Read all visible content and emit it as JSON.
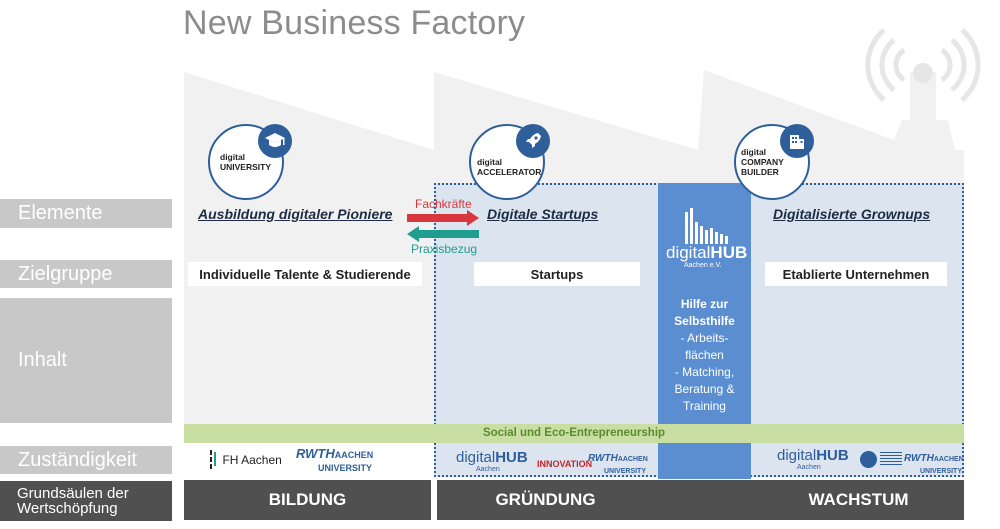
{
  "title": "New Business Factory",
  "rows": {
    "elemente": "Elemente",
    "zielgruppe": "Zielgruppe",
    "inhalt": "Inhalt",
    "zustaendigkeit": "Zuständigkeit",
    "grundsaeulen_line1": "Grundsäulen der",
    "grundsaeulen_line2": "Wertschöpfung"
  },
  "units": {
    "university": {
      "line1": "digital",
      "line2": "UNIVERSITY"
    },
    "accelerator": {
      "line1": "digital",
      "line2": "ACCELERATOR"
    },
    "builder": {
      "line1": "digital",
      "line2": "COMPANY",
      "line3": "BUILDER"
    }
  },
  "elements": {
    "university": "Ausbildung digitaler Pioniere",
    "accelerator": "Digitale Startups",
    "builder": "Digitalisierte Grownups"
  },
  "arrows": {
    "top": "Fachkräfte",
    "bottom": "Praxisbezug"
  },
  "targets": {
    "university": "Individuelle Talente & Studierende",
    "accelerator": "Startups",
    "builder": "Etablierte Unternehmen"
  },
  "hub": {
    "logo_a": "digital",
    "logo_b": "HUB",
    "logo_sub": "Aachen e.V.",
    "heading1": "Hilfe zur",
    "heading2": "Selbsthilfe",
    "items": [
      "- Arbeits-",
      "flächen",
      "- Matching,",
      "Beratung &",
      "Training"
    ]
  },
  "social": "Social und Eco-Entrepreneurship",
  "logos": {
    "fh": "FH Aachen",
    "rwth_a": "RWTH",
    "rwth_b": "AACHEN",
    "rwth_c": "UNIVERSITY",
    "dh_a": "digital",
    "dh_b": "HUB",
    "dh_sub": "Aachen",
    "innovation": "INNOVATION"
  },
  "pillars": {
    "bildung": "BILDUNG",
    "gruendung": "GRÜNDUNG",
    "wachstum": "WACHSTUM"
  },
  "colors": {
    "accent_blue": "#2e5f9b",
    "hub_blue": "#5b8ed0",
    "arrow_red": "#d8383d",
    "arrow_teal": "#1f9d8f",
    "social_green": "#c8dea2"
  }
}
